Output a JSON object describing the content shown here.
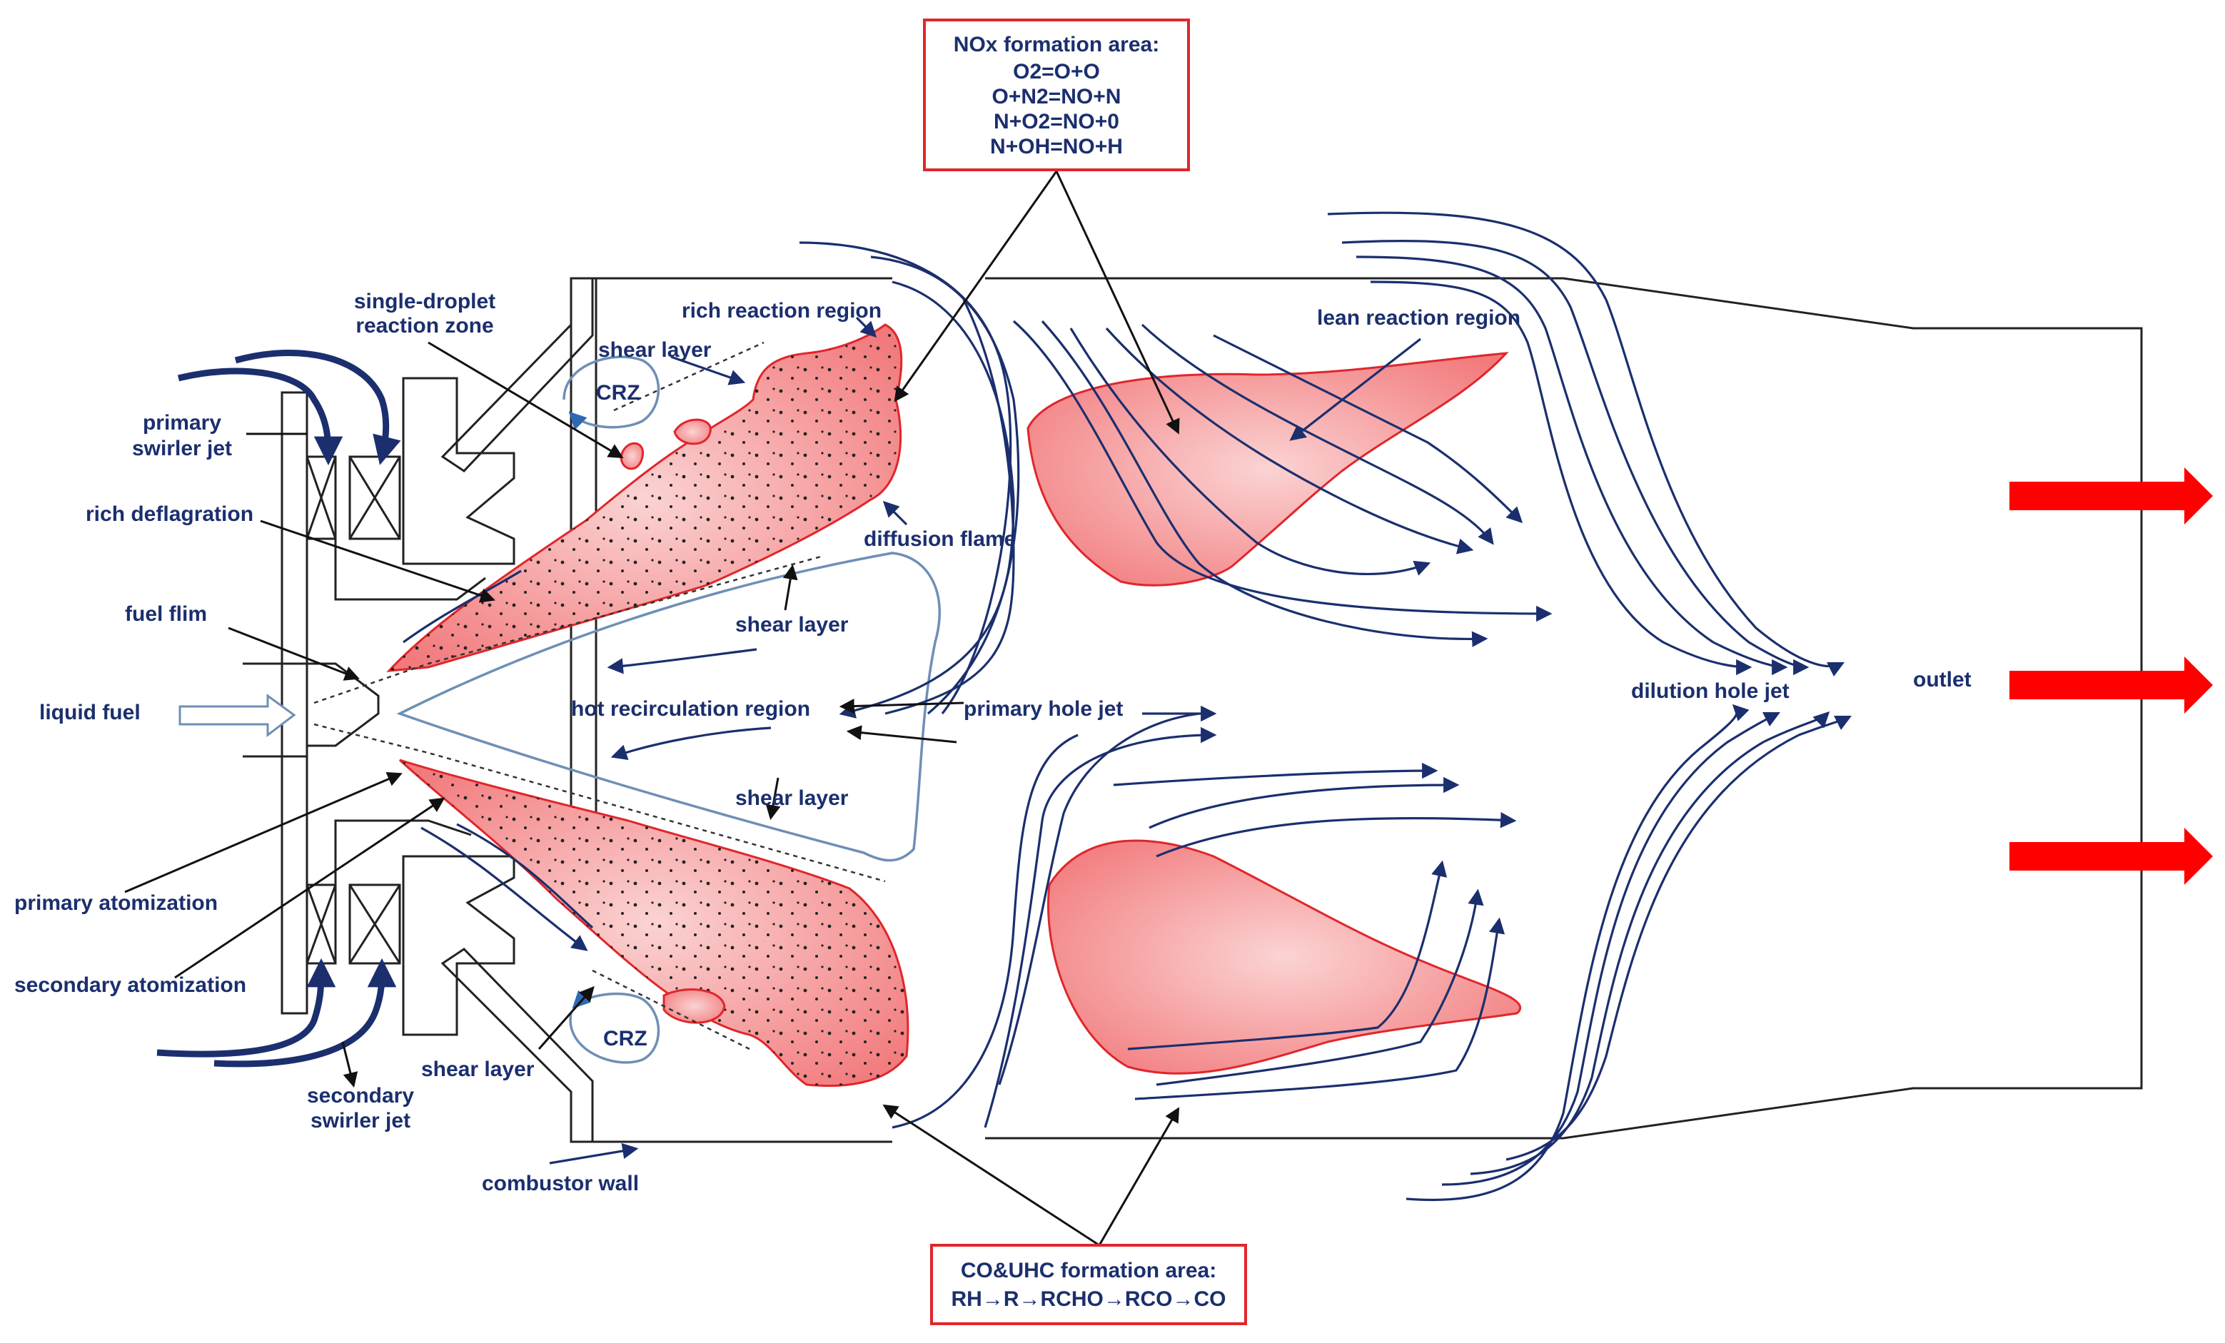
{
  "labels": {
    "single_droplet": [
      "single-droplet",
      "reaction zone"
    ],
    "primary_swirler_jet": [
      "primary",
      "swirler jet"
    ],
    "rich_deflagration": "rich deflagration",
    "fuel_film": "fuel flim",
    "liquid_fuel": "liquid fuel",
    "primary_atomization": "primary atomization",
    "secondary_atomization": "secondary atomization",
    "secondary_swirler_jet": [
      "secondary",
      "swirler jet"
    ],
    "shear_layer_bottom_left": "shear layer",
    "combustor_wall": "combustor wall",
    "crz_top": "CRZ",
    "crz_bottom": "CRZ",
    "shear_layer_top": "shear layer",
    "rich_reaction_region": "rich reaction region",
    "diffusion_flame": "diffusion flame",
    "shear_layer_middle": "shear layer",
    "hot_recirculation_region": "hot recirculation region",
    "shear_layer_lower": "shear layer",
    "primary_hole_jet": "primary hole jet",
    "lean_reaction_region": "lean reaction region",
    "dilution_hole_jet": "dilution hole jet",
    "outlet": "outlet"
  },
  "nox_box": {
    "title": "NOx formation area:",
    "lines": [
      "O2=O+O",
      "O+N2=NO+N",
      "N+O2=NO+0",
      "N+OH=NO+H"
    ]
  },
  "co_box": {
    "title": "CO&UHC formation area:",
    "line": "RH→R→RCHO→RCO→CO"
  },
  "colors": {
    "label_navy": "#1b2f6e",
    "flame_red": "#e0262b",
    "outlet_arrow_red": "#ff0000",
    "recirculation_steel_blue": "#6e8fb6"
  }
}
